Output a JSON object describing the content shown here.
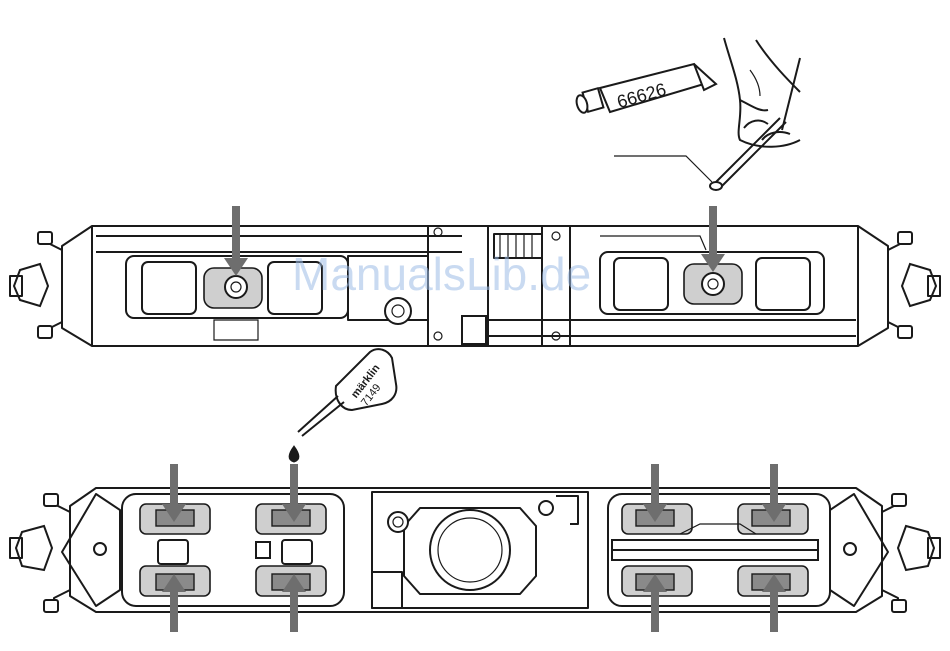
{
  "labels": {
    "grease_tube": "66626",
    "oil_bottle_brand": "märklin",
    "oil_bottle_number": "7149"
  },
  "watermark": "ManualsLib.de",
  "icons": {
    "grease_tube": "grease-tube-icon",
    "oil_bottle": "oil-bottle-icon",
    "oil_drop": "oil-drop-icon",
    "hand": "hand-icon",
    "arrow": "arrow-down-icon"
  },
  "colors": {
    "line": "#1a1a1a",
    "arrow": "#6e6e6e",
    "watermark": "#9dbde6"
  }
}
